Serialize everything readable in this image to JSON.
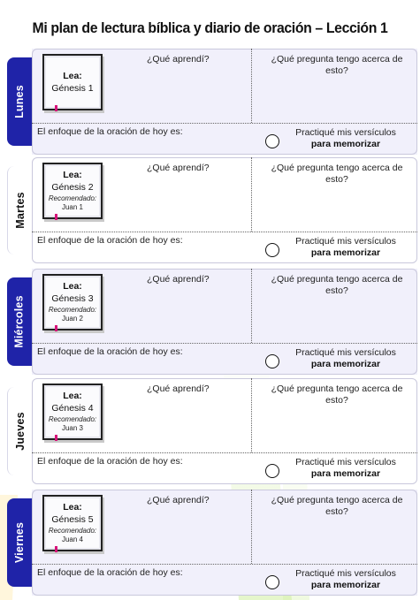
{
  "title": "Mi plan de lectura bíblica y diario de oración – Lección 1",
  "labels": {
    "read": "Lea:",
    "recommended": "Recomendado:",
    "learned": "¿Qué aprendí?",
    "question": "¿Qué pregunta tengo acerca de esto?",
    "prayer_focus": "El enfoque de la oración de hoy es:",
    "memorized_line1": "Practiqué mis versículos",
    "memorized_line2": "para memorizar"
  },
  "colors": {
    "tab_blue": "#1f23a8",
    "ribbon_pink": "#d6147a",
    "card_tint": "#f1f0fb"
  },
  "days": [
    {
      "name": "Lunes",
      "reading": "Génesis 1",
      "recommended": ""
    },
    {
      "name": "Martes",
      "reading": "Génesis 2",
      "recommended": "Juan 1"
    },
    {
      "name": "Miércoles",
      "reading": "Génesis 3",
      "recommended": "Juan 2"
    },
    {
      "name": "Jueves",
      "reading": "Génesis 4",
      "recommended": "Juan 3"
    },
    {
      "name": "Viernes",
      "reading": "Génesis 5",
      "recommended": "Juan 4"
    }
  ]
}
